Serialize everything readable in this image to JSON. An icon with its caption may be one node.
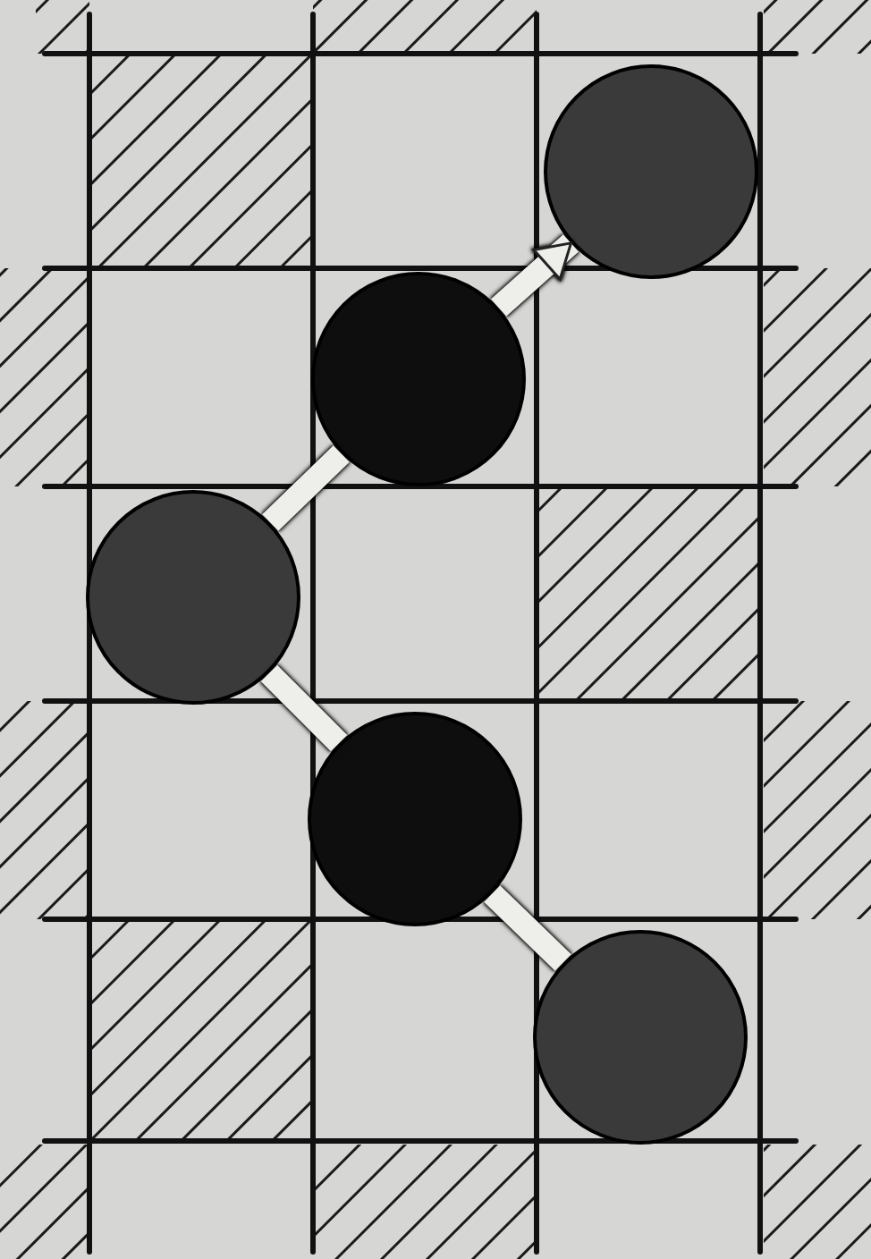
{
  "diagram": {
    "nodes": [
      {
        "text": [],
        "shape": "circle"
      },
      {
        "text": [],
        "shape": "circle"
      },
      {
        "text": [],
        "shape": "circle"
      },
      {
        "text": [],
        "shape": "circle"
      },
      {
        "text": [],
        "shape": "circle"
      }
    ],
    "edges": [
      {
        "from": 4,
        "to": 3,
        "arrow": "none"
      },
      {
        "from": 3,
        "to": 2,
        "arrow": "none"
      },
      {
        "from": 2,
        "to": 1,
        "arrow": "none"
      },
      {
        "from": 1,
        "to": 0,
        "arrow": "to"
      }
    ]
  }
}
